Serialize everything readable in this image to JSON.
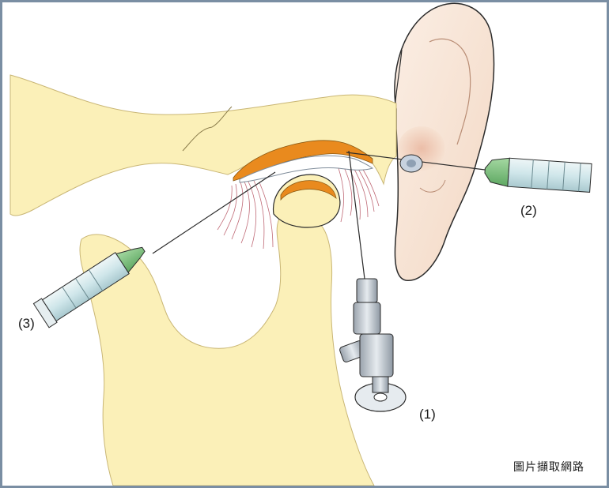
{
  "labels": {
    "needle_1": "(1)",
    "needle_2": "(2)",
    "needle_3": "(3)"
  },
  "caption": "圖片擷取網路",
  "colors": {
    "bone": "#fbf0b8",
    "cartilage": "#e98a1e",
    "skin": "#f6e1d1",
    "ligament": "#b5505f",
    "syringe_hub": "#7cc07f",
    "syringe_barrel": "#cfe6ea",
    "outline": "#2b2b2b"
  },
  "icons": {
    "syringe_1": "scope-icon",
    "syringe_2": "syringe-icon",
    "syringe_3": "syringe-icon"
  }
}
